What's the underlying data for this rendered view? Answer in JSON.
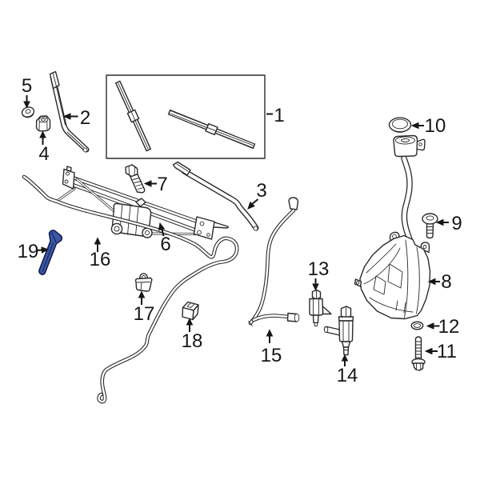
{
  "diagram": {
    "type": "exploded-parts-diagram",
    "subject": "windshield-wiper-and-washer-system",
    "background": "#ffffff",
    "line_color": "#2a2a2a",
    "label_color": "#161616",
    "highlight": {
      "part_label": "19",
      "fill": "#3b57a8",
      "outline": "#15204d"
    },
    "parts": [
      {
        "label": "1",
        "name": "wiper-blade-kit-box",
        "highlighted": false
      },
      {
        "label": "2",
        "name": "wiper-arm-left",
        "highlighted": false
      },
      {
        "label": "3",
        "name": "wiper-arm-right",
        "highlighted": false
      },
      {
        "label": "4",
        "name": "wiper-arm-nut",
        "highlighted": false
      },
      {
        "label": "5",
        "name": "wiper-pivot-cap",
        "highlighted": false
      },
      {
        "label": "6",
        "name": "wiper-linkage-with-motor",
        "highlighted": false
      },
      {
        "label": "7",
        "name": "linkage-mounting-bolt",
        "highlighted": false
      },
      {
        "label": "8",
        "name": "washer-fluid-reservoir",
        "highlighted": false
      },
      {
        "label": "9",
        "name": "reservoir-upper-bolt",
        "highlighted": false
      },
      {
        "label": "10",
        "name": "reservoir-filler-cap",
        "highlighted": false
      },
      {
        "label": "11",
        "name": "reservoir-lower-bolt",
        "highlighted": false
      },
      {
        "label": "12",
        "name": "seal-o-ring",
        "highlighted": false
      },
      {
        "label": "13",
        "name": "washer-pump-front",
        "highlighted": false
      },
      {
        "label": "14",
        "name": "washer-pump-rear",
        "highlighted": false
      },
      {
        "label": "15",
        "name": "washer-hose-rear-section",
        "highlighted": false
      },
      {
        "label": "16",
        "name": "washer-hose-front-section",
        "highlighted": false
      },
      {
        "label": "17",
        "name": "hose-clip",
        "highlighted": false
      },
      {
        "label": "18",
        "name": "hose-grommet",
        "highlighted": false
      },
      {
        "label": "19",
        "name": "washer-nozzle-jet",
        "highlighted": true
      }
    ]
  }
}
